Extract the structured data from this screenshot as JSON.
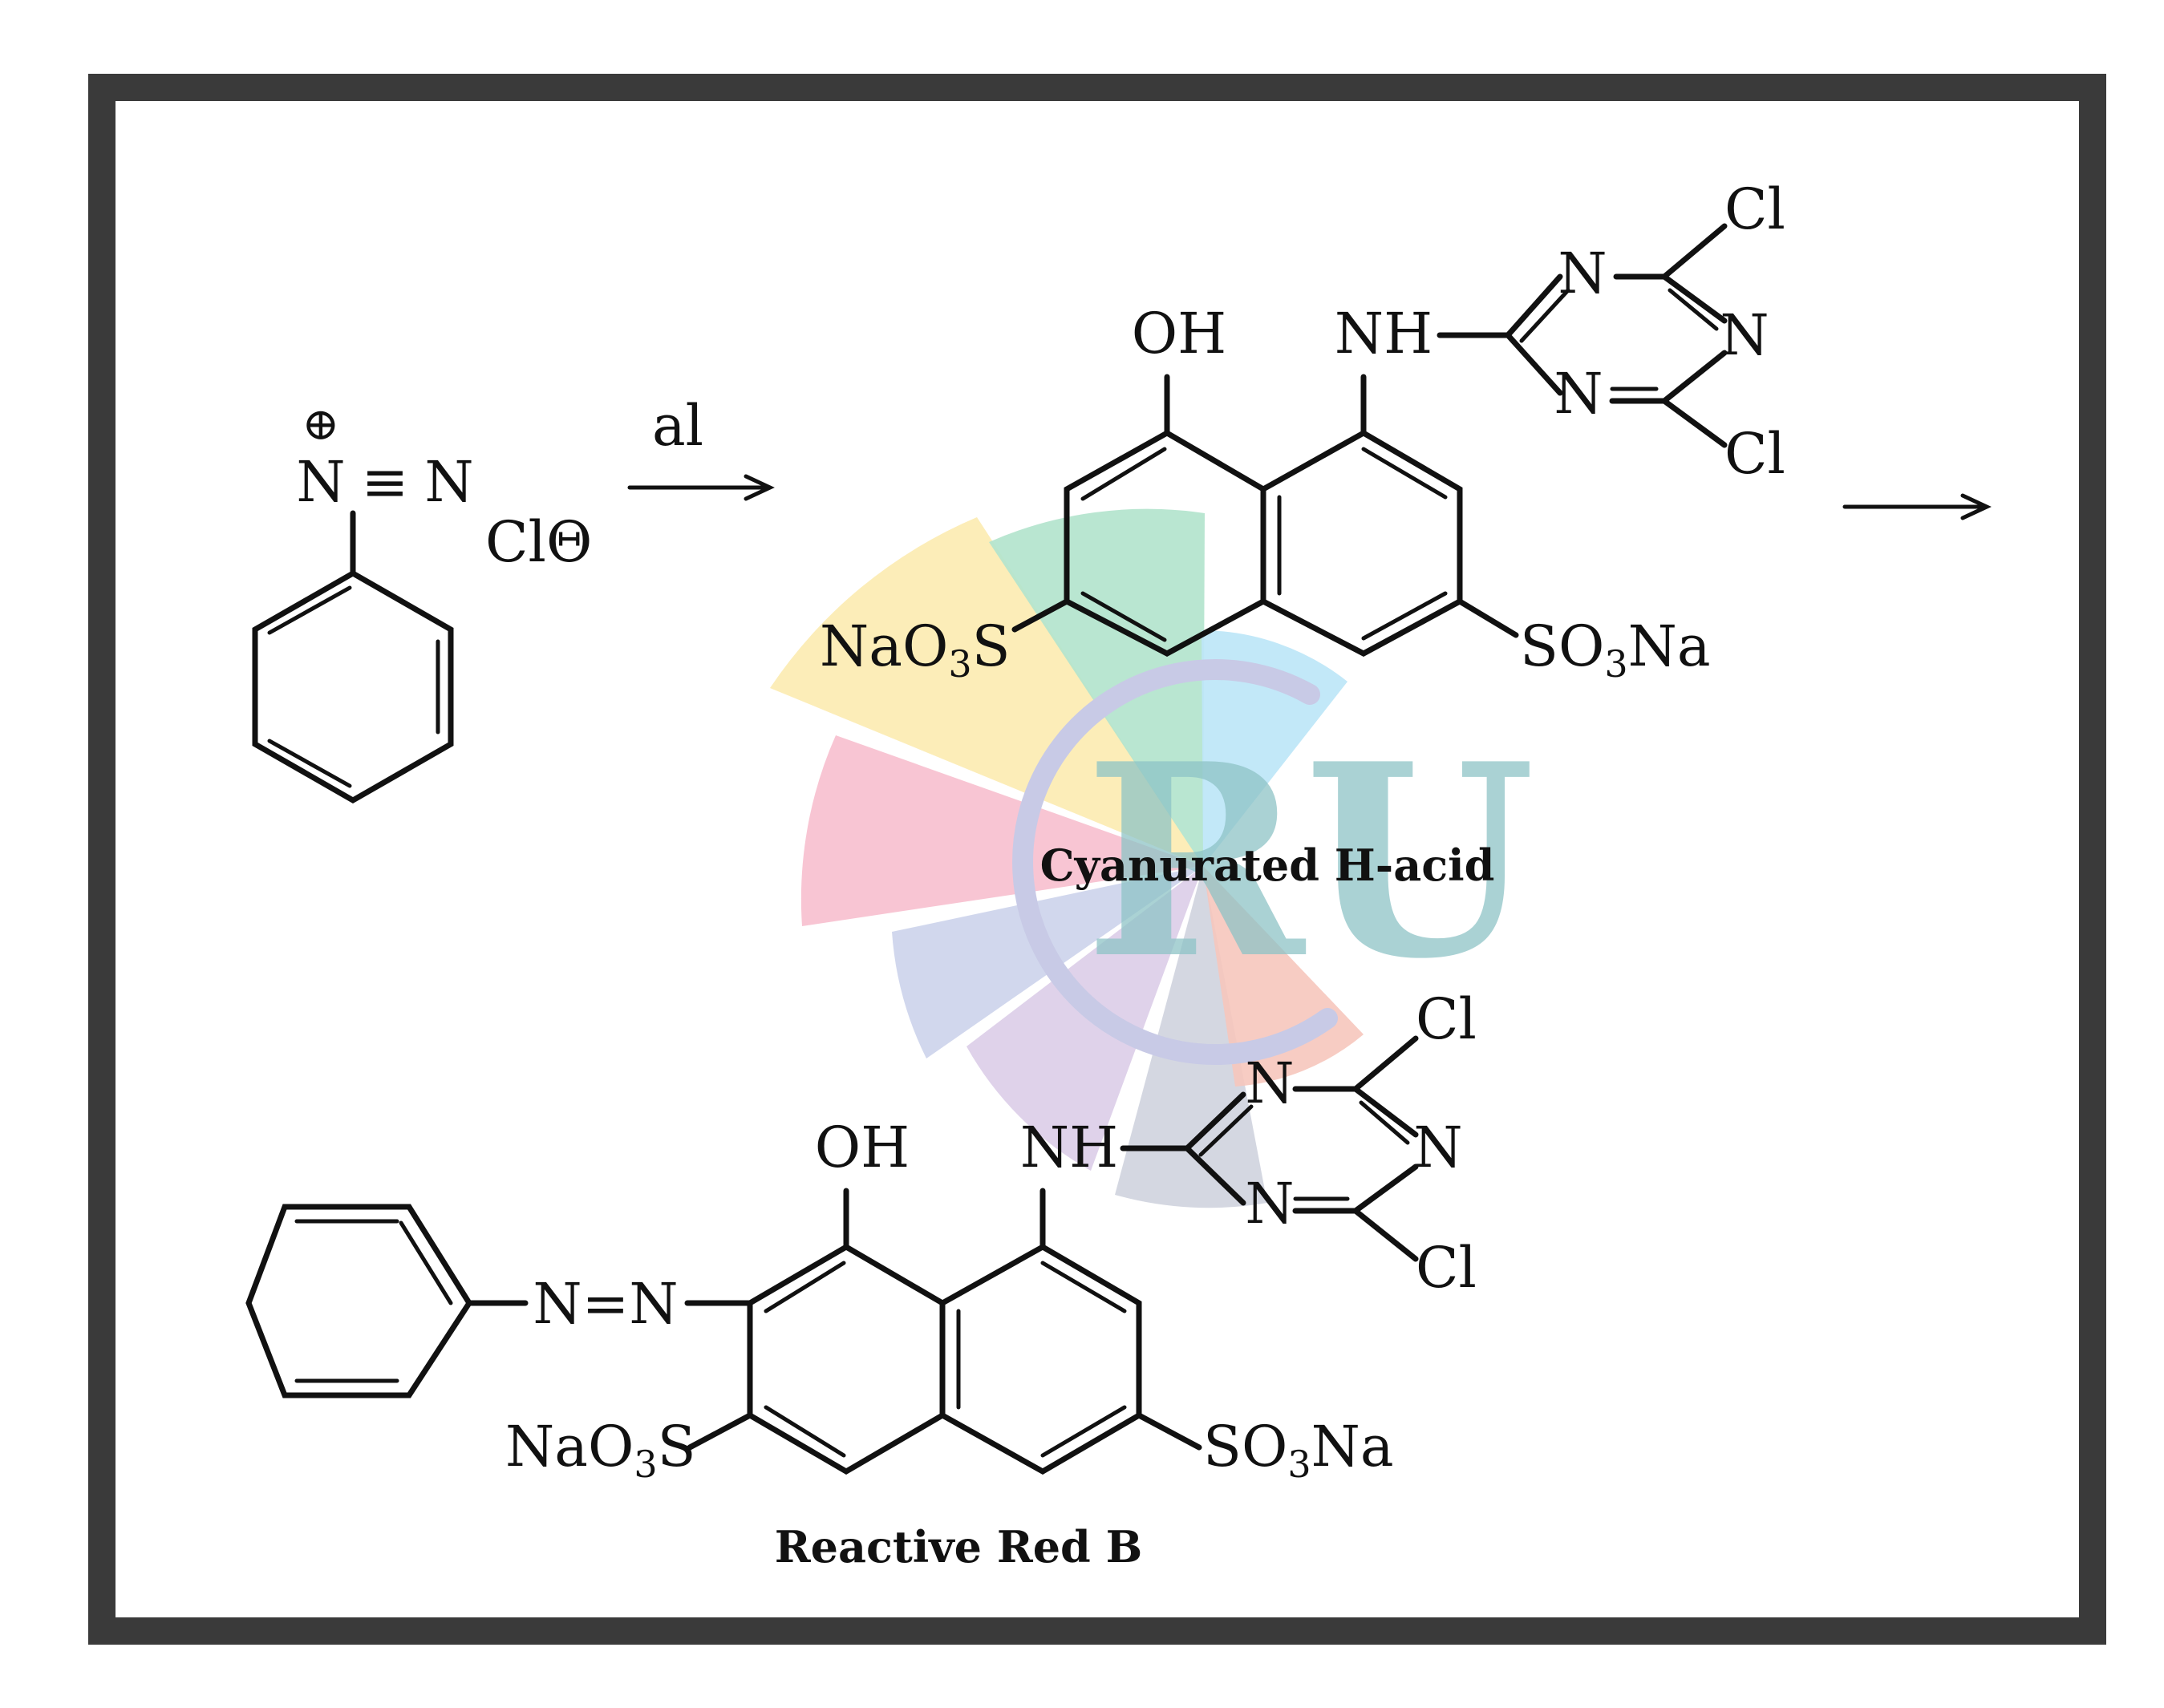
{
  "reactant": {
    "charge_symbol": "⊕",
    "diazo_n1": "N",
    "diazo_triple": "≡",
    "diazo_n2": "N",
    "counter_ion": "ClΘ"
  },
  "arrow1_label": "al",
  "cyanurated": {
    "oh": "OH",
    "nh": "NH",
    "ring_n_top": "N",
    "ring_n_right": "N",
    "ring_n_bottom": "N",
    "cl_top": "Cl",
    "cl_bottom": "Cl",
    "naso3s_prefix": "NaO",
    "naso3s_sub": "3",
    "naso3s_suffix": "S",
    "so3na_prefix": "SO",
    "so3na_sub": "3",
    "so3na_suffix": "Na",
    "caption": "Cyanurated H-acid"
  },
  "product": {
    "azo": "N=N",
    "oh": "OH",
    "nh": "NH",
    "ring_n_top": "N",
    "ring_n_right": "N",
    "ring_n_bottom": "N",
    "cl_top": "Cl",
    "cl_bottom": "Cl",
    "naso3s_prefix": "NaO",
    "naso3s_sub": "3",
    "naso3s_suffix": "S",
    "so3na_prefix": "SO",
    "so3na_sub": "3",
    "so3na_suffix": "Na",
    "caption": "Reactive Red B"
  },
  "watermark": {
    "letters": "RU",
    "colors": {
      "yellow": "#fcecb2",
      "green": "#b3e4cd",
      "blue": "#bde6f7",
      "pink": "#f7c0cf",
      "lavender": "#cdd4ec",
      "purple": "#dccde8",
      "ring": "#c8cae6",
      "teal": "#8ec3c6",
      "salmon": "#f6c6bd"
    }
  },
  "frame": {
    "border_color": "#3a3a3a"
  }
}
